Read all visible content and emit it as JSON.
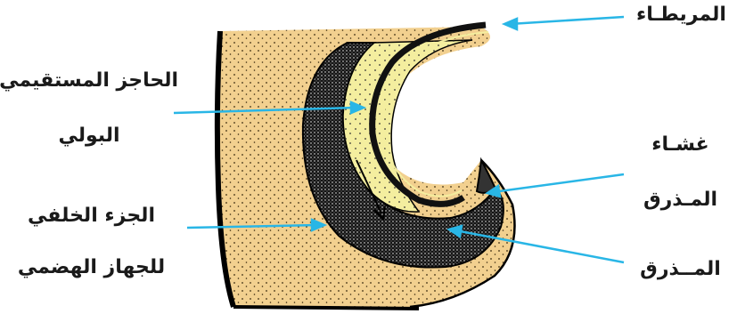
{
  "labels": {
    "allantois": "المريطـاء",
    "urorectal_septum": {
      "line1": "الحاجز المستقيمي",
      "line2": "البولي"
    },
    "cloacal_membrane": {
      "line1": "غشـاء",
      "line2": "المـذرق"
    },
    "hindgut": {
      "line1": "الجزء الخلفي",
      "line2": "للجهاز الهضمي"
    },
    "cloaca": "المــذرق"
  },
  "colors": {
    "outer_tissue": "#f2d08f",
    "septum_tissue": "#f4ee9f",
    "dark_layer": "#222222",
    "arrow": "#29b6e6",
    "outline": "#000000"
  }
}
